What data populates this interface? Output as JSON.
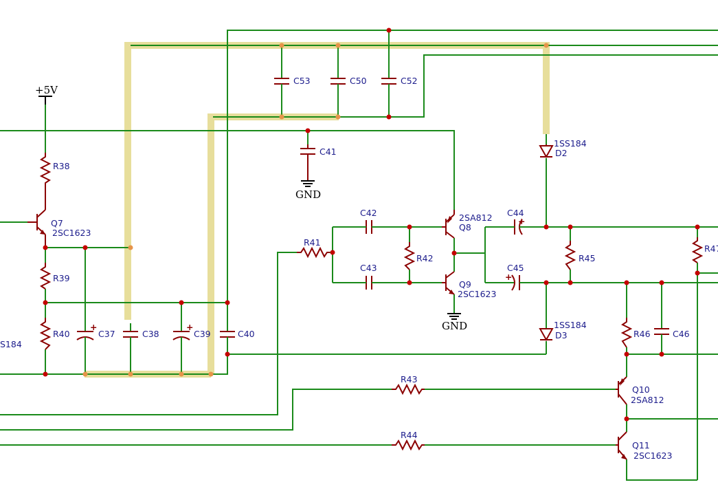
{
  "supply_label": "+5V",
  "ground_label": "GND",
  "components": {
    "r38": "R38",
    "r39": "R39",
    "r40": "R40",
    "r41": "R41",
    "r42": "R42",
    "r43": "R43",
    "r44": "R44",
    "r45": "R45",
    "r46": "R46",
    "r47": "R47",
    "c37": "C37",
    "c38": "C38",
    "c39": "C39",
    "c40": "C40",
    "c41": "C41",
    "c42": "C42",
    "c43": "C43",
    "c44": "C44",
    "c45": "C45",
    "c46": "C46",
    "c50": "C50",
    "c52": "C52",
    "c53": "C53",
    "q7": "Q7",
    "q7_part": "2SC1623",
    "q8": "Q8",
    "q8_part": "2SA812",
    "q9": "Q9",
    "q9_part": "2SC1623",
    "q10": "Q10",
    "q10_part": "2SA812",
    "q11": "Q11",
    "q11_part": "2SC1623",
    "d2": "D2",
    "d2_part": "1SS184",
    "d3": "D3",
    "d3_part": "1SS184",
    "d_clipped_part": "S184"
  },
  "colors": {
    "wire": "#1a8a1a",
    "component": "#8b0000",
    "label": "#1c1c8c",
    "highlight": "#e6dc96"
  }
}
